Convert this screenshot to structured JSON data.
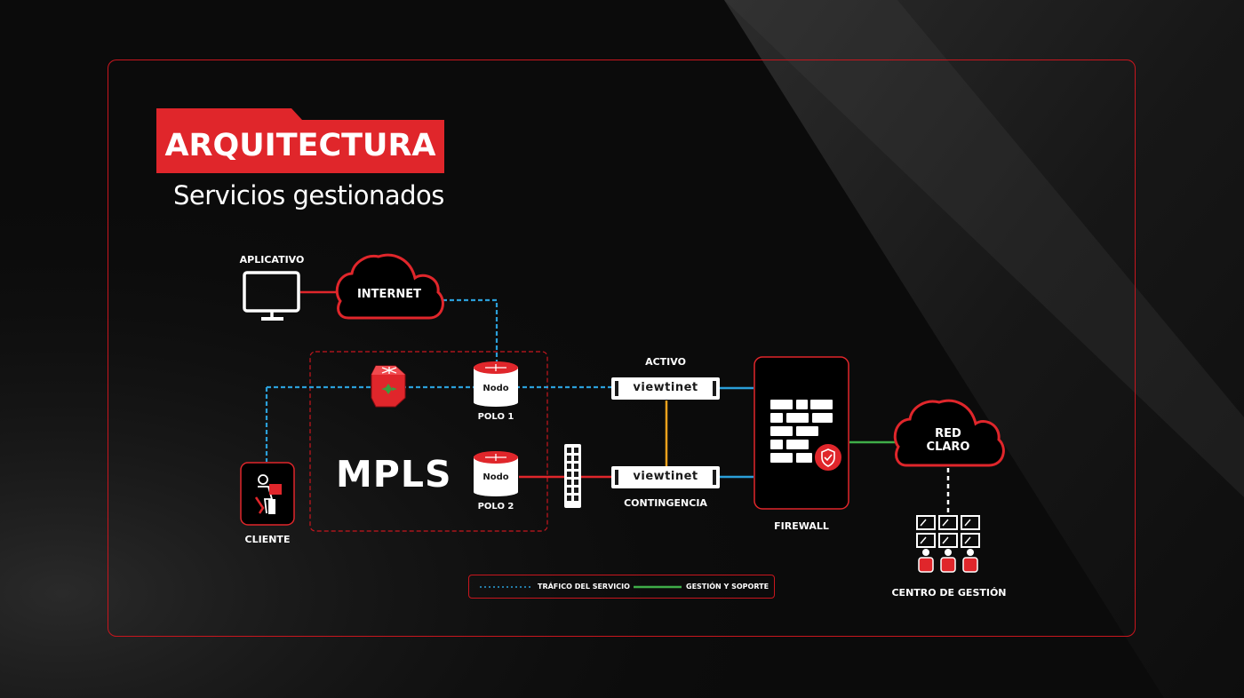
{
  "header": {
    "title": "ARQUITECTURA",
    "subtitle": "Servicios gestionados"
  },
  "nodes": {
    "aplicativo": "APLICATIVO",
    "internet": "INTERNET",
    "nodo1_tag": "Nodo",
    "polo1": "POLO 1",
    "nodo2_tag": "Nodo",
    "polo2": "POLO 2",
    "mpls": "MPLS",
    "cliente": "CLIENTE",
    "activo": "ACTIVO",
    "contingencia": "CONTINGENCIA",
    "viewtinet_top": "viewtinet",
    "viewtinet_bottom": "viewtinet",
    "firewall": "FIREWALL",
    "red_claro": "RED\nCLARO",
    "centro_gestion": "CENTRO DE GESTIÓN"
  },
  "legend": {
    "traffic": "TRÁFICO DEL SERVICIO",
    "management": "GESTIÓN Y SOPORTE"
  },
  "colors": {
    "brand_red": "#e0262b",
    "border_red": "#c8161e",
    "traffic_blue": "#2b9fd9",
    "management_green": "#3fae49",
    "link_orange": "#f0a21c",
    "background": "#0b0b0b"
  }
}
